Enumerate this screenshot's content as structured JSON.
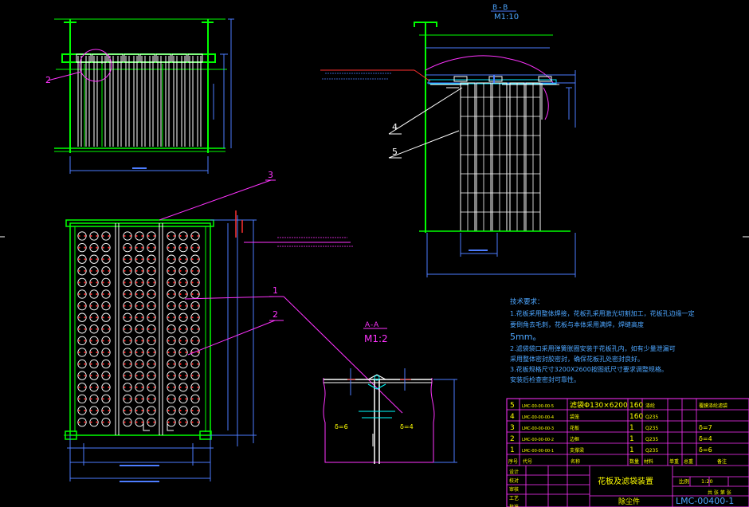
{
  "colors": {
    "background": "#000000",
    "structure_green": "#00ff00",
    "bag_white": "#ffffff",
    "dimension_blue": "#4d7dff",
    "leader_magenta": "#ff33ff",
    "text_yellow": "#ffff00",
    "hole_red": "#ff2020",
    "table_cyan": "#00e5ff"
  },
  "views": {
    "section_b": {
      "title": "B-B",
      "scale": "M1:10"
    },
    "section_a": {
      "title": "A-A",
      "scale": "M1:2",
      "thickness_left": "δ=6",
      "thickness_right": "δ=4"
    }
  },
  "balloons": {
    "top_view": "2",
    "plan_3": "3",
    "plan_1": "1",
    "plan_2": "2",
    "side_4": "4",
    "side_5": "5"
  },
  "notes": {
    "heading": "技术要求：",
    "lines": [
      "1.花板采用整体焊接，花板孔采用激光切割加工，花板孔边缘一定",
      "要倒角去毛刺，花板与本体采用满焊，焊缝高度",
      "5mm。",
      "2.滤袋袋口采用弹簧胀圈安装于花板孔内，如有少量泄漏可",
      "采用整体密封胶密封，确保花板孔处密封良好。",
      "3.花板规格尺寸3200X2600按图纸尺寸要求调整规格。",
      "安装后检查密封可靠性。"
    ]
  },
  "title_block": {
    "parts": [
      {
        "no": "5",
        "code": "LMC-00-00-00-5",
        "name": "滤袋Φ130×6200",
        "qty": "160",
        "material": "涤纶",
        "remark": "覆膜涤纶滤袋"
      },
      {
        "no": "4",
        "code": "LMC-00-00-00-4",
        "name": "袋笼",
        "qty": "160",
        "material": "Q235",
        "remark": ""
      },
      {
        "no": "3",
        "code": "LMC-00-00-00-3",
        "name": "花板",
        "qty": "1",
        "material": "Q235",
        "remark": "δ=7"
      },
      {
        "no": "2",
        "code": "LMC-00-00-00-2",
        "name": "边框",
        "qty": "1",
        "material": "Q235",
        "remark": "δ=4"
      },
      {
        "no": "1",
        "code": "LMC-00-00-00-1",
        "name": "支撑梁",
        "qty": "1",
        "material": "Q235",
        "remark": "δ=6"
      }
    ],
    "header": [
      "序号",
      "代号",
      "名称",
      "数量",
      "材料",
      "单重",
      "总重",
      "备注"
    ],
    "sign_rows": [
      "设计",
      "校对",
      "审核",
      "工艺",
      "批准"
    ],
    "drawing_title": "花板及滤袋装置",
    "company": "除尘件",
    "drawing_no": "LMC-00400-1",
    "scale_label": "比例",
    "scale_value": "1:20",
    "sheet_label": "共 张 第 张"
  }
}
